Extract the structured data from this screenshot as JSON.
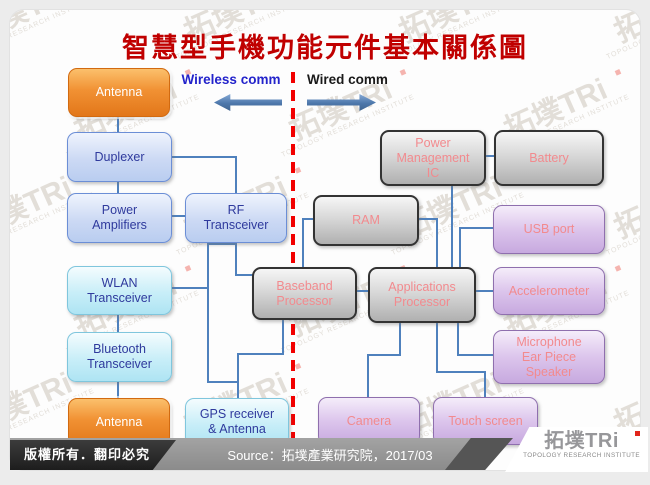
{
  "title": "智慧型手機功能元件基本關係圖",
  "labels": {
    "wireless": "Wireless comm",
    "wired": "Wired comm"
  },
  "watermark": {
    "text": "拓墣TRi",
    "subtext": "TOPOLOGY RESEARCH INSTITUTE"
  },
  "nodes": {
    "antenna_top": {
      "label": "Antenna"
    },
    "duplexer": {
      "label": "Duplexer"
    },
    "power_amplifiers": {
      "label": "Power\nAmplifiers"
    },
    "rf_transceiver": {
      "label": "RF\nTransceiver"
    },
    "wlan_transceiver": {
      "label": "WLAN\nTransceiver"
    },
    "bluetooth_transceiver": {
      "label": "Bluetooth\nTransceiver"
    },
    "antenna_bottom": {
      "label": "Antenna"
    },
    "gps": {
      "label": "GPS receiver\n& Antenna"
    },
    "ram": {
      "label": "RAM"
    },
    "pmic": {
      "label": "Power\nManagement\nIC"
    },
    "battery": {
      "label": "Battery"
    },
    "baseband": {
      "label": "Baseband\nProcessor"
    },
    "applications": {
      "label": "Applications\nProcessor"
    },
    "usb_port": {
      "label": "USB port"
    },
    "accelerometer": {
      "label": "Accelerometer"
    },
    "microphone": {
      "label": "Microphone\nEar Piece\nSpeaker"
    },
    "camera": {
      "label": "Camera"
    },
    "touch_screen": {
      "label": "Touch screen"
    }
  },
  "footer": {
    "copyright": "版權所有．翻印必究",
    "source": "Source：拓墣產業研究院，2017/03",
    "logo_text": "拓墣TRi",
    "logo_subtitle": "TOPOLOGY RESEARCH INSTITUTE"
  },
  "colors": {
    "title_red": "#C00000",
    "divider_red": "#F20000",
    "connector_blue": "#4F81BD",
    "wireless_label_blue": "#2323CB",
    "gray_node_text": "#F28A8E",
    "blue_node_text": "#2F3A9D"
  }
}
